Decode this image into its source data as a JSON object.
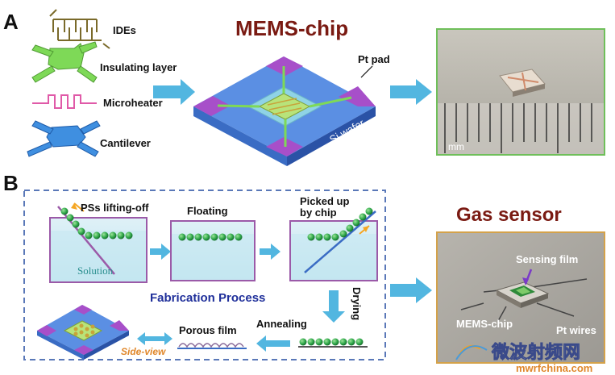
{
  "panels": {
    "a_label": "A",
    "b_label": "B"
  },
  "panel_a": {
    "title": "MEMS-chip",
    "layers": [
      "IDEs",
      "Insulating layer",
      "Microheater",
      "Cantilever"
    ],
    "pad_label": "Pt pad",
    "wafer_label": "Si wafer",
    "photo_scale_label": "mm"
  },
  "panel_b": {
    "steps": [
      "PSs lifting-off",
      "Floating",
      "Picked up",
      "by chip",
      "Drying",
      "Annealing",
      "Porous film"
    ],
    "solution_label": "Solution",
    "process_title": "Fabrication Process",
    "side_view_label": "Side-view",
    "gas_title": "Gas sensor",
    "photo_labels": [
      "Sensing film",
      "MEMS-chip",
      "Pt wires"
    ]
  },
  "watermark": {
    "cn": "微波射频网",
    "url": "mwrfchina.com"
  },
  "colors": {
    "title_red": "#7a1a12",
    "blue_text": "#1f2f9a",
    "arrow": "#52b6e0",
    "dash_border": "#5a78b8",
    "bead": "#2fa84a",
    "beaker_border": "#9b5aa8"
  }
}
